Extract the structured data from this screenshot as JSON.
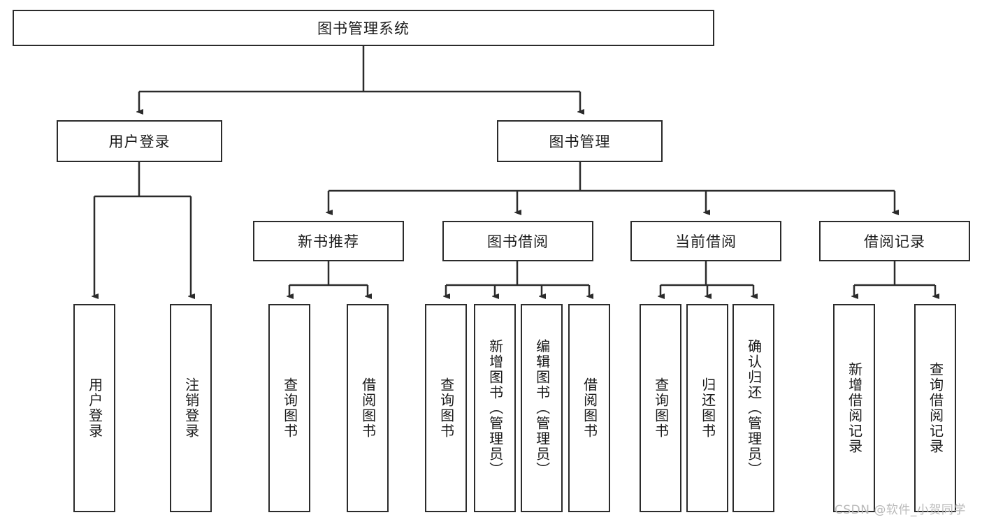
{
  "diagram": {
    "title": "图书管理系统",
    "type": "tree-hierarchy-diagram",
    "root": {
      "id": "root",
      "label": "图书管理系统"
    },
    "level2": [
      {
        "id": "user-login",
        "label": "用户登录"
      },
      {
        "id": "book-management",
        "label": "图书管理"
      }
    ],
    "level3": [
      {
        "id": "new-book-recommend",
        "label": "新书推荐"
      },
      {
        "id": "book-borrow",
        "label": "图书借阅"
      },
      {
        "id": "current-borrow",
        "label": "当前借阅"
      },
      {
        "id": "borrow-record",
        "label": "借阅记录"
      }
    ],
    "leaves": [
      {
        "id": "leaf-user-login",
        "label": "用户登录",
        "parent": "user-login"
      },
      {
        "id": "leaf-logout-login",
        "label": "注销登录",
        "parent": "user-login"
      },
      {
        "id": "leaf-query-book-1",
        "label": "查询图书",
        "parent": "new-book-recommend"
      },
      {
        "id": "leaf-borrow-book-1",
        "label": "借阅图书",
        "parent": "new-book-recommend"
      },
      {
        "id": "leaf-query-book-2",
        "label": "查询图书",
        "parent": "book-borrow"
      },
      {
        "id": "leaf-add-book",
        "label": "新增图书（管理员）",
        "parent": "book-borrow"
      },
      {
        "id": "leaf-edit-book",
        "label": "编辑图书（管理员）",
        "parent": "book-borrow"
      },
      {
        "id": "leaf-borrow-book-2",
        "label": "借阅图书",
        "parent": "book-borrow"
      },
      {
        "id": "leaf-query-book-3",
        "label": "查询图书",
        "parent": "current-borrow"
      },
      {
        "id": "leaf-return-book",
        "label": "归还图书",
        "parent": "current-borrow"
      },
      {
        "id": "leaf-confirm-return",
        "label": "确认归还（管理员）",
        "parent": "current-borrow"
      },
      {
        "id": "leaf-add-borrow-record",
        "label": "新增借阅记录",
        "parent": "borrow-record"
      },
      {
        "id": "leaf-query-borrow-record",
        "label": "查询借阅记录",
        "parent": "borrow-record"
      }
    ],
    "colors": {
      "stroke": "#2b2b2b",
      "fill": "#ffffff",
      "text": "#1a1a1a",
      "watermark": "#b9b9b9"
    }
  },
  "watermark": {
    "text": "CSDN @软件_小贺同学"
  }
}
